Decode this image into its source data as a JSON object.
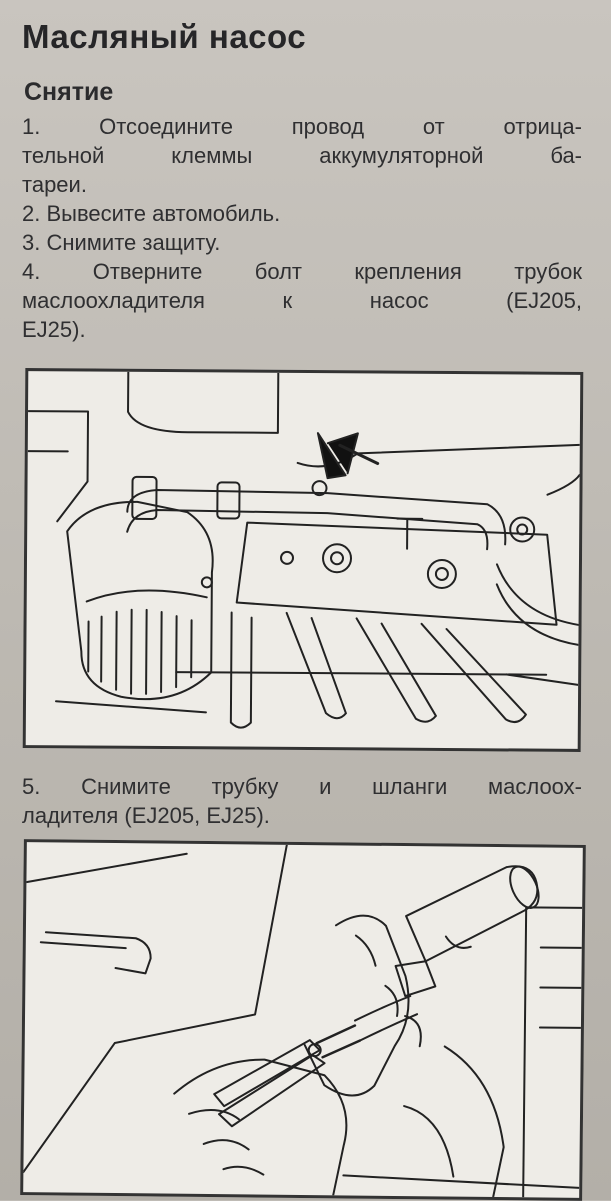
{
  "header": {
    "title": "Масляный насос",
    "section": "Снятие"
  },
  "steps": {
    "s1_line1": "1. Отсоедините провод от отрица-",
    "s1_line2": "тельной клеммы аккумуляторной ба-",
    "s1_line3": "тареи.",
    "s2": "2. Вывесите автомобиль.",
    "s3": "3. Снимите защиту.",
    "s4_line1": "4. Отверните болт крепления трубок",
    "s4_line2": "маслоохладителя к насос (EJ205,",
    "s4_line3": "EJ25).",
    "s5_line1": "5. Снимите трубку и шланги маслоох-",
    "s5_line2": "ладителя (EJ205, EJ25)."
  },
  "figures": {
    "fig1_icon": "oil-cooler-pipe-bolt-illustration",
    "fig2_icon": "hands-removing-hose-with-pliers-illustration"
  }
}
